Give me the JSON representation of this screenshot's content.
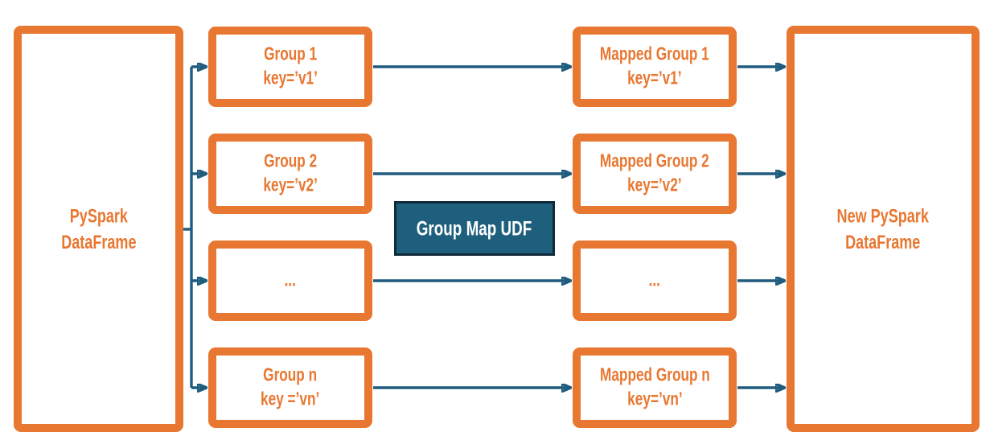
{
  "colors": {
    "orange": "#E87731",
    "blue": "#1F5C7E",
    "udf_fill": "#1E5F7E",
    "udf_border": "#102A3A"
  },
  "left_box": {
    "line1": "PySpark",
    "line2": "DataFrame"
  },
  "right_box": {
    "line1": "New PySpark",
    "line2": "DataFrame"
  },
  "udf_box": {
    "label": "Group Map UDF"
  },
  "groups": [
    {
      "line1": "Group 1",
      "line2": "key=’v1’"
    },
    {
      "line1": "Group 2",
      "line2": "key=’v2’"
    },
    {
      "line1": "...",
      "line2": ""
    },
    {
      "line1": "Group n",
      "line2": "key =’vn’"
    }
  ],
  "mapped_groups": [
    {
      "line1": "Mapped Group 1",
      "line2": "key=’v1’"
    },
    {
      "line1": "Mapped Group 2",
      "line2": "key=’v2’"
    },
    {
      "line1": "...",
      "line2": ""
    },
    {
      "line1": "Mapped Group n",
      "line2": "key=’vn’"
    }
  ]
}
